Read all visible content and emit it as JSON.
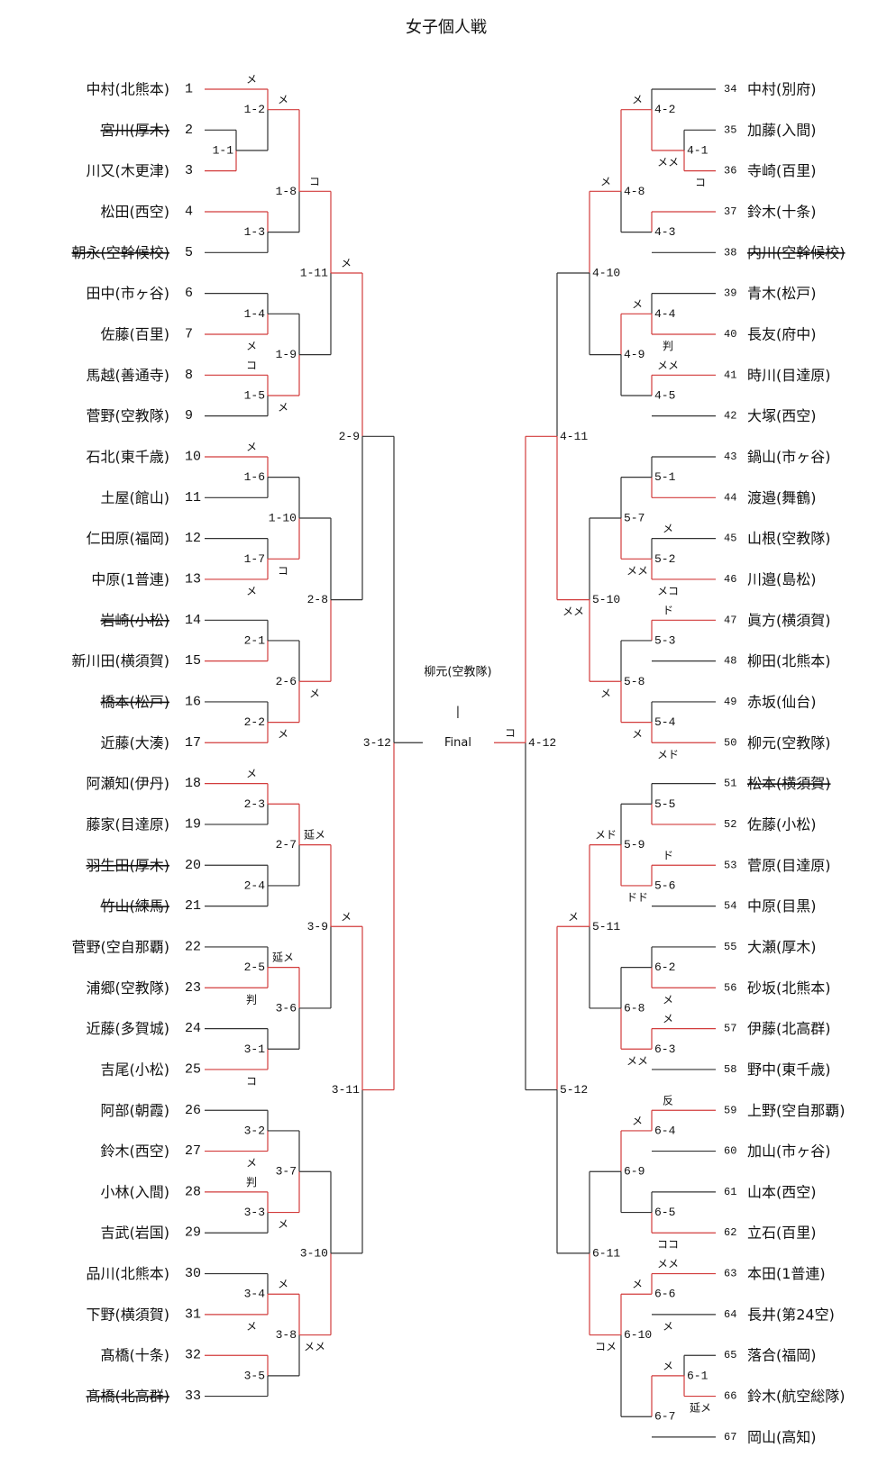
{
  "title": "女子個人戦",
  "colors": {
    "win_line": "#d23c3c",
    "line": "#333333"
  },
  "players": [
    {
      "no": "1",
      "name": "中村(北熊本)",
      "withdrawn": false
    },
    {
      "no": "2",
      "name": "宮川(厚木)",
      "withdrawn": true
    },
    {
      "no": "3",
      "name": "川又(木更津)",
      "withdrawn": false
    },
    {
      "no": "4",
      "name": "松田(西空)",
      "withdrawn": false
    },
    {
      "no": "5",
      "name": "朝永(空幹候校)",
      "withdrawn": true
    },
    {
      "no": "6",
      "name": "田中(市ヶ谷)",
      "withdrawn": false
    },
    {
      "no": "7",
      "name": "佐藤(百里)",
      "withdrawn": false
    },
    {
      "no": "8",
      "name": "馬越(善通寺)",
      "withdrawn": false
    },
    {
      "no": "9",
      "name": "菅野(空教隊)",
      "withdrawn": false
    },
    {
      "no": "10",
      "name": "石北(東千歳)",
      "withdrawn": false
    },
    {
      "no": "11",
      "name": "土屋(館山)",
      "withdrawn": false
    },
    {
      "no": "12",
      "name": "仁田原(福岡)",
      "withdrawn": false
    },
    {
      "no": "13",
      "name": "中原(1普連)",
      "withdrawn": false
    },
    {
      "no": "14",
      "name": "岩崎(小松)",
      "withdrawn": true
    },
    {
      "no": "15",
      "name": "新川田(横須賀)",
      "withdrawn": false
    },
    {
      "no": "16",
      "name": "橋本(松戸)",
      "withdrawn": true
    },
    {
      "no": "17",
      "name": "近藤(大湊)",
      "withdrawn": false
    },
    {
      "no": "18",
      "name": "阿瀬知(伊丹)",
      "withdrawn": false
    },
    {
      "no": "19",
      "name": "藤家(目達原)",
      "withdrawn": false
    },
    {
      "no": "20",
      "name": "羽生田(厚木)",
      "withdrawn": true
    },
    {
      "no": "21",
      "name": "竹山(練馬)",
      "withdrawn": true
    },
    {
      "no": "22",
      "name": "菅野(空自那覇)",
      "withdrawn": false
    },
    {
      "no": "23",
      "name": "浦郷(空教隊)",
      "withdrawn": false
    },
    {
      "no": "24",
      "name": "近藤(多賀城)",
      "withdrawn": false
    },
    {
      "no": "25",
      "name": "吉尾(小松)",
      "withdrawn": false
    },
    {
      "no": "26",
      "name": "阿部(朝霞)",
      "withdrawn": false
    },
    {
      "no": "27",
      "name": "鈴木(西空)",
      "withdrawn": false
    },
    {
      "no": "28",
      "name": "小林(入間)",
      "withdrawn": false
    },
    {
      "no": "29",
      "name": "吉武(岩国)",
      "withdrawn": false
    },
    {
      "no": "30",
      "name": "品川(北熊本)",
      "withdrawn": false
    },
    {
      "no": "31",
      "name": "下野(横須賀)",
      "withdrawn": false
    },
    {
      "no": "32",
      "name": "髙橋(十条)",
      "withdrawn": false
    },
    {
      "no": "33",
      "name": "髙橋(北高群)",
      "withdrawn": true
    },
    {
      "no": "34",
      "name": "中村(別府)",
      "withdrawn": false
    },
    {
      "no": "35",
      "name": "加藤(入間)",
      "withdrawn": false
    },
    {
      "no": "36",
      "name": "寺崎(百里)",
      "withdrawn": false
    },
    {
      "no": "37",
      "name": "鈴木(十条)",
      "withdrawn": false
    },
    {
      "no": "38",
      "name": "内川(空幹候校)",
      "withdrawn": true
    },
    {
      "no": "39",
      "name": "青木(松戸)",
      "withdrawn": false
    },
    {
      "no": "40",
      "name": "長友(府中)",
      "withdrawn": false
    },
    {
      "no": "41",
      "name": "時川(目達原)",
      "withdrawn": false
    },
    {
      "no": "42",
      "name": "大塚(西空)",
      "withdrawn": false
    },
    {
      "no": "43",
      "name": "鍋山(市ヶ谷)",
      "withdrawn": false
    },
    {
      "no": "44",
      "name": "渡邉(舞鶴)",
      "withdrawn": false
    },
    {
      "no": "45",
      "name": "山根(空教隊)",
      "withdrawn": false
    },
    {
      "no": "46",
      "name": "川邉(島松)",
      "withdrawn": false
    },
    {
      "no": "47",
      "name": "眞方(横須賀)",
      "withdrawn": false
    },
    {
      "no": "48",
      "name": "柳田(北熊本)",
      "withdrawn": false
    },
    {
      "no": "49",
      "name": "赤坂(仙台)",
      "withdrawn": false
    },
    {
      "no": "50",
      "name": "柳元(空教隊)",
      "withdrawn": false
    },
    {
      "no": "51",
      "name": "松本(横須賀)",
      "withdrawn": true
    },
    {
      "no": "52",
      "name": "佐藤(小松)",
      "withdrawn": false
    },
    {
      "no": "53",
      "name": "菅原(目達原)",
      "withdrawn": false
    },
    {
      "no": "54",
      "name": "中原(目黒)",
      "withdrawn": false
    },
    {
      "no": "55",
      "name": "大瀬(厚木)",
      "withdrawn": false
    },
    {
      "no": "56",
      "name": "砂坂(北熊本)",
      "withdrawn": false
    },
    {
      "no": "57",
      "name": "伊藤(北高群)",
      "withdrawn": false
    },
    {
      "no": "58",
      "name": "野中(東千歳)",
      "withdrawn": false
    },
    {
      "no": "59",
      "name": "上野(空自那覇)",
      "withdrawn": false
    },
    {
      "no": "60",
      "name": "加山(市ヶ谷)",
      "withdrawn": false
    },
    {
      "no": "61",
      "name": "山本(西空)",
      "withdrawn": false
    },
    {
      "no": "62",
      "name": "立石(百里)",
      "withdrawn": false
    },
    {
      "no": "63",
      "name": "本田(1普連)",
      "withdrawn": false
    },
    {
      "no": "64",
      "name": "長井(第24空)",
      "withdrawn": false
    },
    {
      "no": "65",
      "name": "落合(福岡)",
      "withdrawn": false
    },
    {
      "no": "66",
      "name": "鈴木(航空総隊)",
      "withdrawn": false
    },
    {
      "no": "67",
      "name": "岡山(高知)",
      "withdrawn": false
    }
  ],
  "matches": [
    {
      "id": "1-1",
      "a": "p2",
      "b": "p3",
      "w": 1
    },
    {
      "id": "1-2",
      "a": "p1",
      "b": "1-1",
      "w": 0,
      "ma": {
        "t": "メ",
        "pos": "above"
      }
    },
    {
      "id": "1-3",
      "a": "p4",
      "b": "p5",
      "w": 0
    },
    {
      "id": "1-8",
      "a": "1-2",
      "b": "1-3",
      "w": 0,
      "ma": {
        "t": "メ",
        "pos": "above"
      }
    },
    {
      "id": "1-4",
      "a": "p6",
      "b": "p7",
      "w": 1,
      "mb": {
        "t": "メ",
        "pos": "below"
      }
    },
    {
      "id": "1-5",
      "a": "p8",
      "b": "p9",
      "w": 0,
      "ma": {
        "t": "コ",
        "pos": "above"
      }
    },
    {
      "id": "1-9",
      "a": "1-4",
      "b": "1-5",
      "w": 1,
      "mb": {
        "t": "メ",
        "pos": "below"
      }
    },
    {
      "id": "1-11",
      "a": "1-8",
      "b": "1-9",
      "w": 0,
      "ma": {
        "t": "コ",
        "pos": "above"
      }
    },
    {
      "id": "1-6",
      "a": "p10",
      "b": "p11",
      "w": 0,
      "ma": {
        "t": "メ",
        "pos": "above"
      }
    },
    {
      "id": "1-7",
      "a": "p12",
      "b": "p13",
      "w": 1,
      "mb": {
        "t": "メ",
        "pos": "below"
      }
    },
    {
      "id": "1-10",
      "a": "1-6",
      "b": "1-7",
      "w": 1,
      "mb": {
        "t": "コ",
        "pos": "below"
      }
    },
    {
      "id": "2-1",
      "a": "p14",
      "b": "p15",
      "w": 1
    },
    {
      "id": "2-2",
      "a": "p16",
      "b": "p17",
      "w": 1
    },
    {
      "id": "2-6",
      "a": "2-1",
      "b": "2-2",
      "w": 1,
      "mb": {
        "t": "メ",
        "pos": "below"
      }
    },
    {
      "id": "2-8",
      "a": "1-10",
      "b": "2-6",
      "w": 1,
      "mb": {
        "t": "メ",
        "pos": "below"
      }
    },
    {
      "id": "2-9",
      "a": "1-11",
      "b": "2-8",
      "w": 0,
      "ma": {
        "t": "メ",
        "pos": "above"
      }
    },
    {
      "id": "2-3",
      "a": "p18",
      "b": "p19",
      "w": 0,
      "ma": {
        "t": "メ",
        "pos": "above"
      }
    },
    {
      "id": "2-4",
      "a": "p20",
      "b": "p21",
      "w": null
    },
    {
      "id": "2-7",
      "a": "2-3",
      "b": "2-4",
      "w": 0
    },
    {
      "id": "2-5",
      "a": "p22",
      "b": "p23",
      "w": 1,
      "mb": {
        "t": "判",
        "pos": "below"
      }
    },
    {
      "id": "3-1",
      "a": "p24",
      "b": "p25",
      "w": 1,
      "mb": {
        "t": "コ",
        "pos": "below"
      }
    },
    {
      "id": "3-6",
      "a": "2-5",
      "b": "3-1",
      "w": 0,
      "ma": {
        "t": "延メ",
        "pos": "above"
      }
    },
    {
      "id": "3-9",
      "a": "2-7",
      "b": "3-6",
      "w": 0,
      "ma": {
        "t": "延メ",
        "pos": "above"
      }
    },
    {
      "id": "3-2",
      "a": "p26",
      "b": "p27",
      "w": 1,
      "mb": {
        "t": "メ",
        "pos": "below"
      }
    },
    {
      "id": "3-3",
      "a": "p28",
      "b": "p29",
      "w": 0,
      "ma": {
        "t": "判",
        "pos": "above"
      }
    },
    {
      "id": "3-7",
      "a": "3-2",
      "b": "3-3",
      "w": 1,
      "mb": {
        "t": "メ",
        "pos": "below"
      }
    },
    {
      "id": "3-4",
      "a": "p30",
      "b": "p31",
      "w": 1,
      "mb": {
        "t": "メ",
        "pos": "below"
      }
    },
    {
      "id": "3-5",
      "a": "p32",
      "b": "p33",
      "w": 0
    },
    {
      "id": "3-8",
      "a": "3-4",
      "b": "3-5",
      "w": 0,
      "ma": {
        "t": "メ",
        "pos": "above"
      }
    },
    {
      "id": "3-10",
      "a": "3-7",
      "b": "3-8",
      "w": 1,
      "mb": {
        "t": "メメ",
        "pos": "below"
      }
    },
    {
      "id": "3-11",
      "a": "3-9",
      "b": "3-10",
      "w": 0,
      "ma": {
        "t": "メ",
        "pos": "above"
      }
    },
    {
      "id": "3-12",
      "a": "2-9",
      "b": "3-11",
      "w": 1
    },
    {
      "id": "4-1",
      "a": "p35",
      "b": "p36",
      "w": 1,
      "mb": {
        "t": "コ",
        "pos": "below"
      }
    },
    {
      "id": "4-2",
      "a": "p34",
      "b": "4-1",
      "w": 1,
      "mb": {
        "t": "メメ",
        "pos": "below"
      }
    },
    {
      "id": "4-3",
      "a": "p37",
      "b": "p38",
      "w": 0,
      "bye": "b"
    },
    {
      "id": "4-8",
      "a": "4-2",
      "b": "4-3",
      "w": 0,
      "ma": {
        "t": "メ",
        "pos": "above"
      }
    },
    {
      "id": "4-4",
      "a": "p39",
      "b": "p40",
      "w": 1,
      "mb": {
        "t": "判",
        "pos": "below"
      }
    },
    {
      "id": "4-5",
      "a": "p41",
      "b": "p42",
      "w": 0,
      "bye": "b",
      "ma": {
        "t": "メメ",
        "pos": "above"
      }
    },
    {
      "id": "4-9",
      "a": "4-4",
      "b": "4-5",
      "w": 0,
      "ma": {
        "t": "メ",
        "pos": "above"
      }
    },
    {
      "id": "4-10",
      "a": "4-8",
      "b": "4-9",
      "w": 0,
      "ma": {
        "t": "メ",
        "pos": "above"
      }
    },
    {
      "id": "5-1",
      "a": "p43",
      "b": "p44",
      "w": 1
    },
    {
      "id": "5-2",
      "a": "p45",
      "b": "p46",
      "w": 1,
      "ma": {
        "t": "メ",
        "pos": "above"
      },
      "mb": {
        "t": "メコ",
        "pos": "below"
      }
    },
    {
      "id": "5-7",
      "a": "5-1",
      "b": "5-2",
      "w": 1,
      "mb": {
        "t": "メメ",
        "pos": "below"
      }
    },
    {
      "id": "5-3",
      "a": "p47",
      "b": "p48",
      "w": 0,
      "bye": "b",
      "ma": {
        "t": "ド",
        "pos": "above"
      }
    },
    {
      "id": "5-4",
      "a": "p49",
      "b": "p50",
      "w": 1,
      "mb": {
        "t": "メド",
        "pos": "below"
      }
    },
    {
      "id": "5-8",
      "a": "5-3",
      "b": "5-4",
      "w": 1,
      "mb": {
        "t": "メ",
        "pos": "below"
      }
    },
    {
      "id": "5-10",
      "a": "5-7",
      "b": "5-8",
      "w": 1,
      "mb": {
        "t": "メ",
        "pos": "below"
      }
    },
    {
      "id": "4-11",
      "a": "4-10",
      "b": "5-10",
      "w": 1,
      "mb": {
        "t": "メメ",
        "pos": "below"
      }
    },
    {
      "id": "5-5",
      "a": "p51",
      "b": "p52",
      "w": 1
    },
    {
      "id": "5-6",
      "a": "p53",
      "b": "p54",
      "w": 0,
      "bye": "b",
      "ma": {
        "t": "ド",
        "pos": "above"
      }
    },
    {
      "id": "5-9",
      "a": "5-5",
      "b": "5-6",
      "w": 1,
      "mb": {
        "t": "ドド",
        "pos": "below"
      }
    },
    {
      "id": "6-2",
      "a": "p55",
      "b": "p56",
      "w": 1,
      "mb": {
        "t": "メ",
        "pos": "below"
      }
    },
    {
      "id": "6-3",
      "a": "p57",
      "b": "p58",
      "w": 0,
      "bye": "b",
      "ma": {
        "t": "メ",
        "pos": "above"
      }
    },
    {
      "id": "6-8",
      "a": "6-2",
      "b": "6-3",
      "w": 1,
      "mb": {
        "t": "メメ",
        "pos": "below"
      }
    },
    {
      "id": "5-11",
      "a": "5-9",
      "b": "6-8",
      "w": 0,
      "ma": {
        "t": "メド",
        "pos": "above"
      }
    },
    {
      "id": "6-4",
      "a": "p59",
      "b": "p60",
      "w": 0,
      "bye": "b",
      "ma": {
        "t": "反",
        "pos": "above"
      }
    },
    {
      "id": "6-5",
      "a": "p61",
      "b": "p62",
      "w": 1,
      "mb": {
        "t": "ココ",
        "pos": "below"
      }
    },
    {
      "id": "6-9",
      "a": "6-4",
      "b": "6-5",
      "w": 0,
      "ma": {
        "t": "メ",
        "pos": "above"
      }
    },
    {
      "id": "6-6",
      "a": "p63",
      "b": "p64",
      "w": 0,
      "bye": "b",
      "ma": {
        "t": "メメ",
        "pos": "above"
      },
      "mb": {
        "t": "メ",
        "pos": "below"
      }
    },
    {
      "id": "6-1",
      "a": "p65",
      "b": "p66",
      "w": 1,
      "mb": {
        "t": "延メ",
        "pos": "below"
      }
    },
    {
      "id": "6-7",
      "a": "6-1",
      "b": "p67",
      "w": 0,
      "bye": "b",
      "ma": {
        "t": "メ",
        "pos": "above"
      }
    },
    {
      "id": "6-10",
      "a": "6-6",
      "b": "6-7",
      "w": 0,
      "ma": {
        "t": "メ",
        "pos": "above"
      }
    },
    {
      "id": "6-11",
      "a": "6-9",
      "b": "6-10",
      "w": 1,
      "mb": {
        "t": "コメ",
        "pos": "below"
      }
    },
    {
      "id": "5-12",
      "a": "5-11",
      "b": "6-11",
      "w": 0,
      "ma": {
        "t": "メ",
        "pos": "above"
      }
    },
    {
      "id": "4-12",
      "a": "4-11",
      "b": "5-12",
      "w": 0
    }
  ],
  "final": {
    "label": "Final",
    "a": "3-12",
    "b": "4-12",
    "w": 1,
    "mb": {
      "t": "コ",
      "pos": "above"
    },
    "champion": "柳元(空教隊)",
    "separator": "|"
  }
}
